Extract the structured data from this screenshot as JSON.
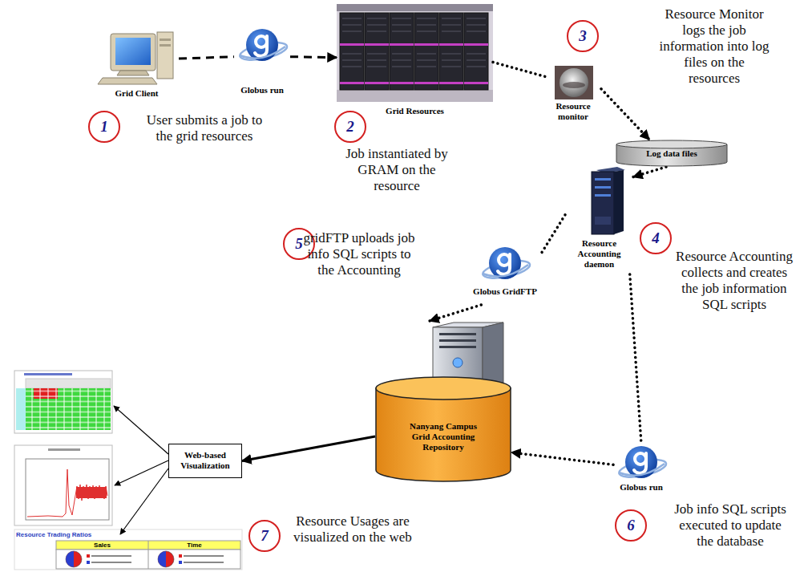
{
  "diagram": {
    "nodes": [
      {
        "text": [
          "Grid Client"
        ]
      },
      {
        "text": [
          "Globus run"
        ]
      },
      {
        "text": [
          "Grid Resources"
        ]
      },
      {
        "text": [
          "Resource monitor"
        ]
      },
      {
        "text": [
          "Log data files"
        ]
      },
      {
        "text": [
          "Resource Accounting daemon"
        ]
      },
      {
        "text": [
          "Globus GridFTP"
        ]
      },
      {
        "text": [
          "Nanyang Campus Grid Accounting Repository"
        ]
      },
      {
        "text": [
          "Globus run"
        ]
      },
      {
        "text": [
          "Web-based Visualization"
        ]
      }
    ],
    "edges": [
      {
        "from": 0,
        "to": 1,
        "arrow": "none"
      },
      {
        "from": 1,
        "to": 2,
        "arrow": "to"
      },
      {
        "from": 2,
        "to": 3,
        "arrow": "none"
      },
      {
        "from": 3,
        "to": 4,
        "arrow": "to"
      },
      {
        "from": 4,
        "to": 5,
        "arrow": "to"
      },
      {
        "from": 5,
        "to": 6,
        "arrow": "none"
      },
      {
        "from": 6,
        "to": 7,
        "arrow": "to"
      },
      {
        "from": 5,
        "to": 8,
        "arrow": "none"
      },
      {
        "from": 8,
        "to": 7,
        "arrow": "to"
      },
      {
        "from": 7,
        "to": 9,
        "arrow": "to"
      }
    ],
    "labels": [
      "1",
      "User submits a job to the grid resources",
      "2",
      "Job instantiated by GRAM on the resource",
      "3",
      "Resource Monitor logs the job information into log files on the resources",
      "5",
      "gridFTP uploads job info SQL scripts to the Accounting",
      "4",
      "Resource Accounting collects and creates the job information SQL scripts",
      "6",
      "Job info SQL scripts executed to update the database",
      "7",
      "Resource Usages are visualized on the web",
      "Resource Trading Ratios",
      "Sales",
      "Time"
    ]
  }
}
